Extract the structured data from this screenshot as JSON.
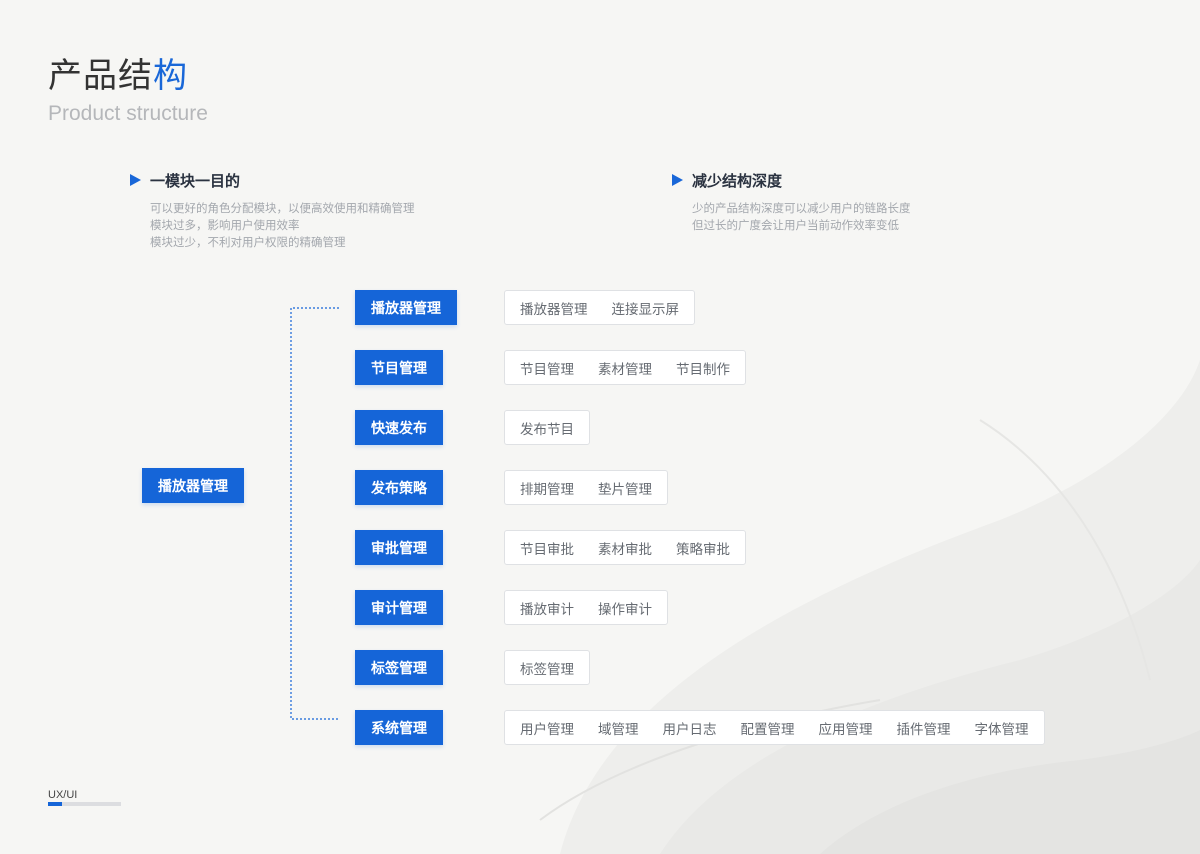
{
  "page": {
    "title_main": "产品结",
    "title_accent": "构",
    "subtitle": "Product structure",
    "accent_color": "#1565d8"
  },
  "principles": [
    {
      "title": "一模块一目的",
      "lines": [
        "可以更好的角色分配模块，以便高效使用和精确管理",
        "模块过多，影响用户使用效率",
        "模块过少，不利对用户权限的精确管理"
      ]
    },
    {
      "title": "减少结构深度",
      "lines": [
        "少的产品结构深度可以减少用户的链路长度",
        "但过长的广度会让用户当前动作效率变低"
      ]
    }
  ],
  "tree": {
    "root": "播放器管理",
    "modules": [
      {
        "label": "播放器管理",
        "children": [
          "播放器管理",
          "连接显示屏"
        ]
      },
      {
        "label": "节目管理",
        "children": [
          "节目管理",
          "素材管理",
          "节目制作"
        ]
      },
      {
        "label": "快速发布",
        "children": [
          "发布节目"
        ]
      },
      {
        "label": "发布策略",
        "children": [
          "排期管理",
          "垫片管理"
        ]
      },
      {
        "label": "审批管理",
        "children": [
          "节目审批",
          "素材审批",
          "策略审批"
        ]
      },
      {
        "label": "审计管理",
        "children": [
          "播放审计",
          "操作审计"
        ]
      },
      {
        "label": "标签管理",
        "children": [
          "标签管理"
        ]
      },
      {
        "label": "系统管理",
        "children": [
          "用户管理",
          "域管理",
          "用户日志",
          "配置管理",
          "应用管理",
          "插件管理",
          "字体管理"
        ]
      }
    ]
  },
  "footer": {
    "label": "UX/UI",
    "progress": 0.19
  }
}
